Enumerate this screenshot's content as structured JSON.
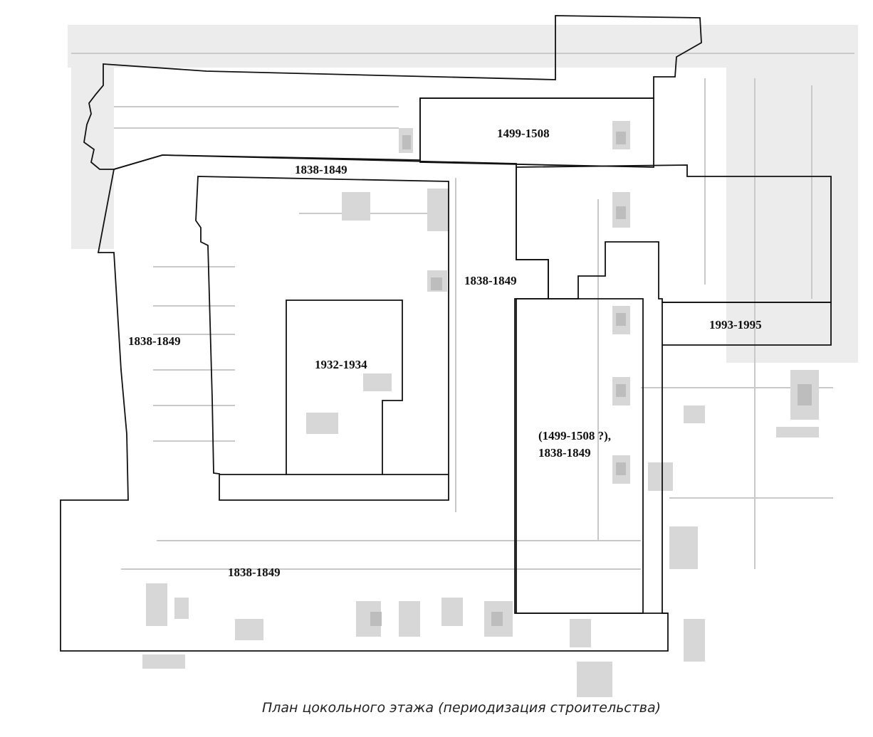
{
  "caption": "План цокольного этажа (периодизация строительства)",
  "regions": [
    {
      "id": "north-east-block",
      "label": "1499-1508"
    },
    {
      "id": "north-wing",
      "label": "1838-1849"
    },
    {
      "id": "west-wing",
      "label": "1838-1849"
    },
    {
      "id": "courtyard-infill",
      "label": "1932-1934"
    },
    {
      "id": "central-link",
      "label": "1838-1849"
    },
    {
      "id": "east-annex",
      "label": "1993-1995"
    },
    {
      "id": "central-block",
      "label_line1": "(1499-1508 ?),",
      "label_line2": "1838-1849"
    },
    {
      "id": "south-wing",
      "label": "1838-1849"
    }
  ],
  "colors": {
    "outline": "#111111",
    "background_plan": "#d0d0d0",
    "text": "#111111"
  }
}
